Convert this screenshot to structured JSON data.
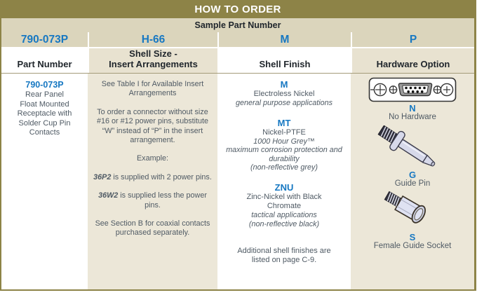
{
  "colors": {
    "olive": "#8d8347",
    "tan_row": "#dbd5bc",
    "tan_column": "#ece7d8",
    "accent_blue": "#1778c2",
    "body_text": "#4f5a64"
  },
  "title": "HOW TO ORDER",
  "sample": {
    "label": "Sample Part Number",
    "part_number": "790-073P",
    "shell_size": "H-66",
    "shell_finish": "M",
    "hardware": "P"
  },
  "columns": {
    "part_number": {
      "header": "Part Number",
      "code": "790-073P",
      "description_lines": [
        "Rear Panel",
        "Float Mounted",
        "Receptacle with",
        "Solder Cup Pin",
        "Contacts"
      ]
    },
    "shell_size": {
      "header_lines": [
        "Shell Size -",
        "Insert Arrangements"
      ],
      "p_see_table": "See Table I for Available Insert Arrangements",
      "p_order": "To order a connector without size #16 or #12 power pins, substitute “W” instead of “P” in the insert arrangement.",
      "p_example": "Example:",
      "p_36p2_code": "36P2",
      "p_36p2_rest": " is supplied with 2 power pins.",
      "p_36w2_code": "36W2",
      "p_36w2_rest": " is supplied less the power pins.",
      "p_coaxial": "See Section B for coaxial contacts purchased separately."
    },
    "shell_finish": {
      "header": "Shell Finish",
      "finishes": [
        {
          "code": "M",
          "name": "Electroless Nickel",
          "notes_lines": [
            "general purpose applications"
          ]
        },
        {
          "code": "MT",
          "name": "Nickel-PTFE",
          "notes_lines": [
            "1000 Hour Grey™",
            "maximum corrosion protection and durability",
            "(non-reflective grey)"
          ]
        },
        {
          "code": "ZNU",
          "name": "Zinc-Nickel with Black Chromate",
          "notes_lines": [
            "tactical applications",
            "(non-reflective black)"
          ]
        }
      ],
      "footnote": "Additional shell finishes are listed on page C-9."
    },
    "hardware": {
      "header": "Hardware Option",
      "options": [
        {
          "code": "N",
          "label": "No Hardware",
          "image": "dsub-connector-face"
        },
        {
          "code": "G",
          "label": "Guide Pin",
          "image": "guide-pin"
        },
        {
          "code": "S",
          "label": "Female Guide Socket",
          "image": "female-guide-socket"
        }
      ]
    }
  }
}
